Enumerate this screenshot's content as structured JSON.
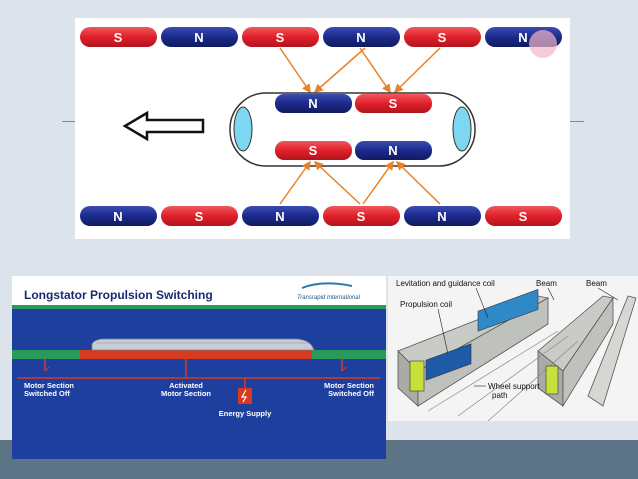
{
  "magnets": {
    "top_row": [
      "S",
      "N",
      "S",
      "N",
      "S",
      "N"
    ],
    "inner_top": [
      "N",
      "S"
    ],
    "inner_bottom": [
      "S",
      "N"
    ],
    "bottom_row": [
      "N",
      "S",
      "N",
      "S",
      "N",
      "S"
    ],
    "colors": {
      "S": "#e0202b",
      "N": "#1c2a8c"
    }
  },
  "switching": {
    "title": "Longstator Propulsion Switching",
    "logo": "Transrapid International",
    "left_label": [
      "Motor Section",
      "Switched Off"
    ],
    "center_label": [
      "Activated",
      "Motor Section"
    ],
    "right_label": [
      "Motor Section",
      "Switched Off"
    ],
    "energy_label": "Energy Supply",
    "colors": {
      "background": "#1e3f9e",
      "active": "#d63a20",
      "off": "#2a9a58"
    }
  },
  "guideway": {
    "levitation_label": "Levitation and guidance coil",
    "beam_label_1": "Beam",
    "beam_label_2": "Beam",
    "propulsion_label": "Propulsion coil",
    "wheel_label_1": "Wheel support",
    "wheel_label_2": "path"
  }
}
